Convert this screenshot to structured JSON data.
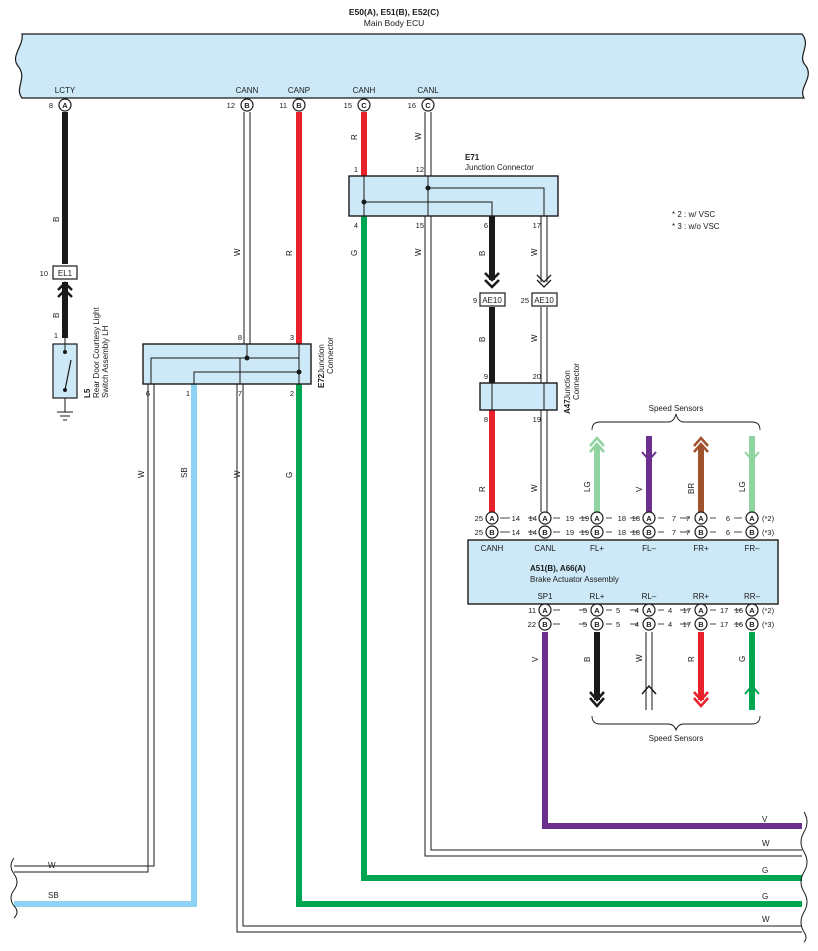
{
  "ecu": {
    "code": "E50(A), E51(B), E52(C)",
    "name": "Main Body ECU",
    "pins": [
      {
        "name": "LCTY",
        "num": "8",
        "sym": "A"
      },
      {
        "name": "CANN",
        "num": "12",
        "sym": "B"
      },
      {
        "name": "CANP",
        "num": "11",
        "sym": "B"
      },
      {
        "name": "CANH",
        "num": "15",
        "sym": "C"
      },
      {
        "name": "CANL",
        "num": "16",
        "sym": "C"
      }
    ]
  },
  "e71": {
    "code": "E71",
    "name": "Junction Connector",
    "pins": [
      "1",
      "12",
      "4",
      "15",
      "6",
      "17"
    ]
  },
  "e72": {
    "code": "E72",
    "name1": "Junction",
    "name2": "Connector",
    "pins": [
      "8",
      "3",
      "6",
      "1",
      "7",
      "2"
    ]
  },
  "a47": {
    "code": "A47",
    "name1": "Junction",
    "name2": "Connector",
    "pins": [
      "9",
      "20",
      "8",
      "19"
    ]
  },
  "l5": {
    "code": "L5",
    "name1": "Rear Door Courtesy Light",
    "name2": "Switch Assembly LH",
    "pin": "1"
  },
  "el1": {
    "label": "EL1",
    "num": "10"
  },
  "ae10": [
    {
      "label": "AE10",
      "num": "9"
    },
    {
      "label": "AE10",
      "num": "25"
    }
  ],
  "notes": [
    "* 2 : w/ VSC",
    "* 3 : w/o VSC"
  ],
  "brake": {
    "code": "A51(B), A66(A)",
    "name": "Brake Actuator Assembly",
    "top_pins": [
      "CANH",
      "CANL",
      "FL+",
      "FL–",
      "FR+",
      "FR–"
    ],
    "bottom_pins": [
      "SP1",
      "RL+",
      "RL–",
      "RR+",
      "RR–"
    ],
    "top_row_a": [
      "25",
      "14",
      "14",
      "19",
      "19",
      "18",
      "18",
      "7",
      "7",
      "6"
    ],
    "top_row_b": [
      "25",
      "14",
      "14",
      "19",
      "19",
      "18",
      "18",
      "7",
      "7",
      "6"
    ],
    "bottom_row_a": [
      "11",
      "5",
      "5",
      "4",
      "4",
      "17",
      "17",
      "16"
    ],
    "bottom_row_b": [
      "22",
      "5",
      "5",
      "4",
      "4",
      "17",
      "17",
      "16"
    ],
    "top_marks": [
      "(*2)",
      "(*3)"
    ],
    "bottom_marks": [
      "(*2)",
      "(*3)"
    ]
  },
  "speed_sensors": {
    "top": "Speed Sensors",
    "bottom": "Speed Sensors"
  },
  "wire_colors": {
    "B": "#1a1a1a",
    "R": "#e8212b",
    "G": "#00a651",
    "W": "#ffffff",
    "SB": "#8fd3f4",
    "V": "#6d2f8e",
    "LG": "#8ed3a0",
    "BR": "#a0522d",
    "body": "#cde9f7"
  },
  "wire_labels": {
    "lcty_top": "B",
    "lcty_bottom": "B",
    "cann": "W",
    "canp": "R",
    "canh": "R",
    "canl": "W",
    "e71_4": "G",
    "e71_15": "W",
    "e71_6": "B",
    "e71_17": "W",
    "ae10_9": "B",
    "ae10_25": "W",
    "a47_8": "R",
    "a47_19": "W",
    "e72_6": "W",
    "e72_1": "SB",
    "e72_7": "W",
    "e72_2": "G",
    "fl_plus": "LG",
    "fl_minus": "V",
    "fr_plus": "BR",
    "fr_minus": "LG",
    "sp1": "V",
    "rl_plus": "B",
    "rl_minus": "W",
    "rr_plus": "R",
    "rr_minus": "G"
  },
  "right_exits": [
    "V",
    "W",
    "G",
    "G",
    "W"
  ],
  "left_exits": [
    "W",
    "SB"
  ]
}
